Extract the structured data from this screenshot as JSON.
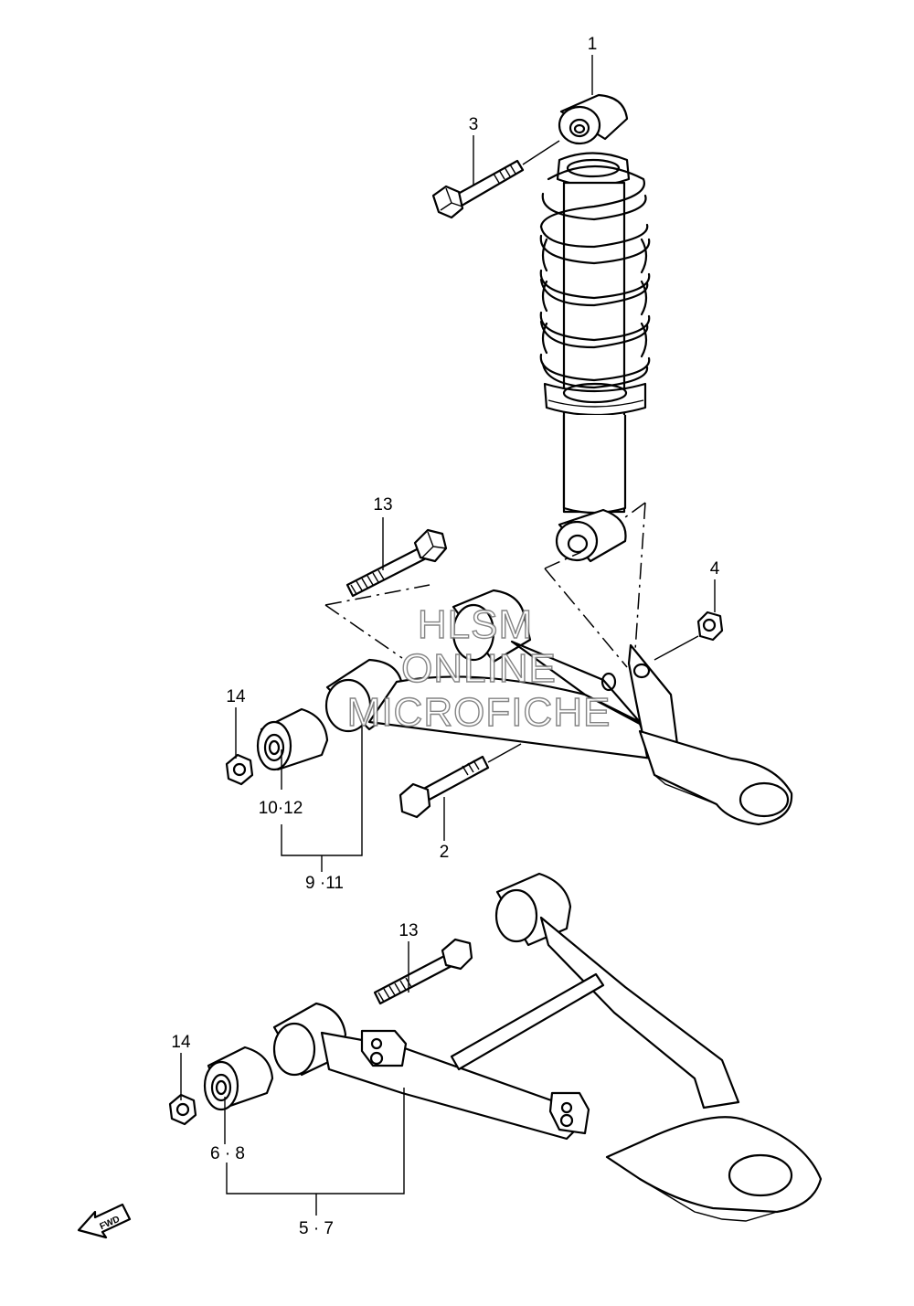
{
  "callouts": {
    "c1": "1",
    "c2": "2",
    "c3": "3",
    "c4": "4",
    "c13a": "13",
    "c13b": "13",
    "c14a": "14",
    "c14b": "14",
    "c10_12": "10·12",
    "c9_11": "9 ·11",
    "c6_8": "6 · 8",
    "c5_7": "5 · 7"
  },
  "watermark": {
    "line1": "HLSM",
    "line2": "ONLINE",
    "line3": "MICROFICHE"
  },
  "direction_arrow": {
    "label": "FWD"
  }
}
